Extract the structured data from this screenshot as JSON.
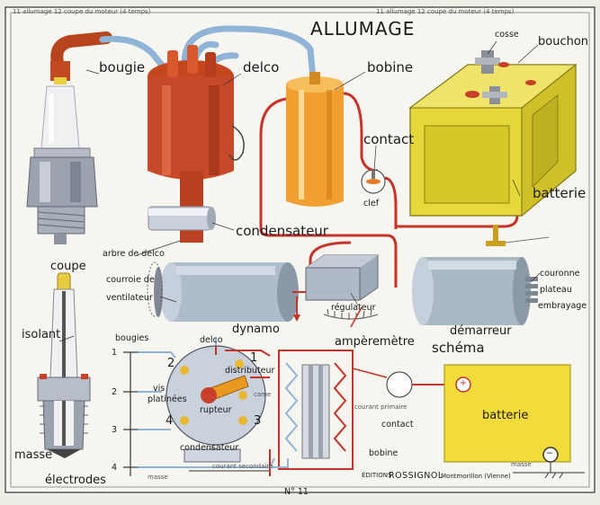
{
  "title": "ALLUMAGE",
  "plate_number": "N° 11",
  "border_text": "11  allumage    12  coupe du moteur (4 temps)",
  "publisher": {
    "editions": "ÉDITIONS",
    "name": "ROSSIGNOL",
    "city": "Montmorillon (Vienne)"
  },
  "labels": {
    "bougie": "bougie",
    "delco": "delco",
    "bobine": "bobine",
    "cosse": "cosse",
    "bouchon": "bouchon",
    "contact": "contact",
    "clef": "clef",
    "batterie": "batterie",
    "condensateur": "condensateur",
    "arbre_de_delco": "arbre de delco",
    "courroie_de": "courroie de",
    "ventilateur": "ventilateur",
    "dynamo": "dynamo",
    "regulateur": "régulateur",
    "amperemetre": "ampèremètre",
    "couronne": "couronne",
    "plateau": "plateau",
    "embrayage": "embrayage",
    "demarreur": "démarreur",
    "coupe": "coupe",
    "isolant": "isolant",
    "masse": "masse",
    "electrodes": "électrodes"
  },
  "schema": {
    "title": "schéma",
    "bougies": "bougies",
    "delco": "delco",
    "distributeur": "distributeur",
    "vis_platinees_1": "vis",
    "vis_platinees_2": "platinées",
    "came": "came",
    "rupteur": "rupteur",
    "condensateur": "condensateur",
    "courant_secondaire": "courant secondaire",
    "courant_primaire": "courant primaire",
    "contact": "contact",
    "bobine": "bobine",
    "batterie": "batterie",
    "masse_left": "masse",
    "masse_right": "masse",
    "plus": "+",
    "minus": "−",
    "spark_numbers": [
      "1",
      "2",
      "3",
      "4"
    ],
    "distributor_numbers": [
      "2",
      "1",
      "4",
      "3"
    ]
  },
  "colors": {
    "background": "#efeee6",
    "delco_red": "#c8482a",
    "bobine_orange": "#f0a030",
    "battery_yellow": "#e6d83a",
    "schema_yellow": "#f3dc3a",
    "metal_blue": "#a9b8c8",
    "wire_red": "#c83228",
    "wire_blue": "#8fb4d8"
  }
}
